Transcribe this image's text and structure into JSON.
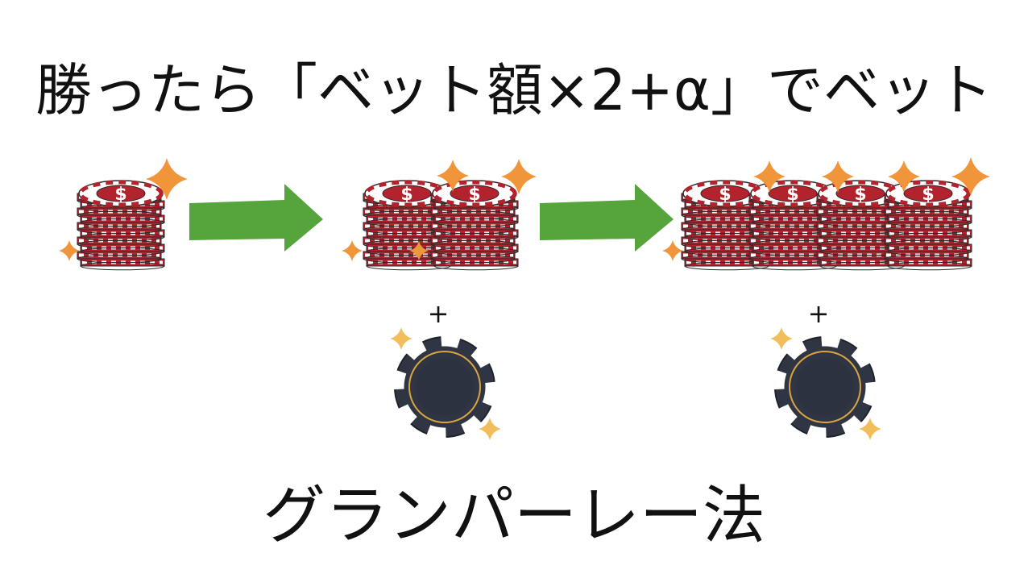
{
  "headline": "勝ったら「ベット額×2+α」でベット",
  "footer_title": "グランパーレー法",
  "chip_symbol": "$",
  "plus_sign": "+",
  "stages": [
    {
      "stack_count": 1,
      "bonus_chip": false
    },
    {
      "stack_count": 2,
      "bonus_chip": true
    },
    {
      "stack_count": 4,
      "bonus_chip": true
    }
  ],
  "colors": {
    "chip_red": "#b3232e",
    "chip_white": "#ffffff",
    "chip_outline": "#2a2a2a",
    "arrow_green": "#55a43c",
    "sparkle_orange": "#f0953a",
    "sparkle_gold": "#f2be5c",
    "bonus_chip_dark": "#2f3542",
    "bonus_chip_ring": "#d9a441"
  }
}
